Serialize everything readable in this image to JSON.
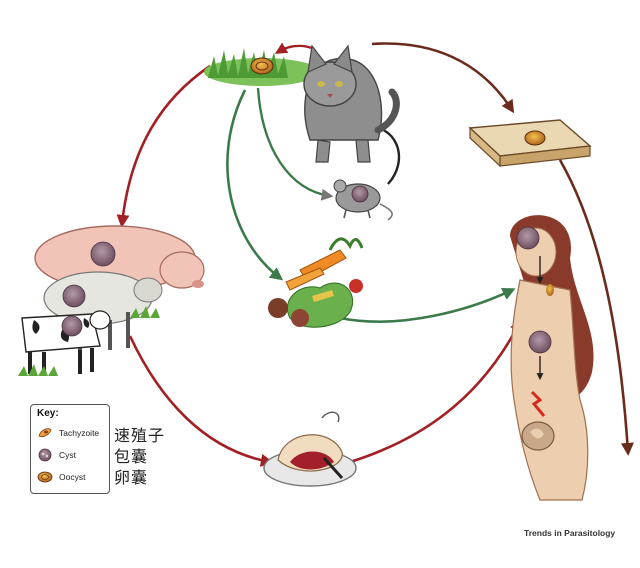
{
  "legend": {
    "title": "Key:",
    "items": [
      {
        "icon": "tachyzoite-icon",
        "label": "Tachyzoite"
      },
      {
        "icon": "cyst-icon",
        "label": "Cyst"
      },
      {
        "icon": "oocyst-icon",
        "label": "Oocyst"
      }
    ]
  },
  "annotations_cn": [
    "速殖子",
    "包囊",
    "卵囊"
  ],
  "credit": "Trends in Parasitology",
  "colors": {
    "red_arrow": "#a21f24",
    "green_arrow": "#3d7a4a",
    "brown_arrow": "#6b2b1c",
    "cyst": "#8a6a7a",
    "grass": "#5aa637"
  }
}
